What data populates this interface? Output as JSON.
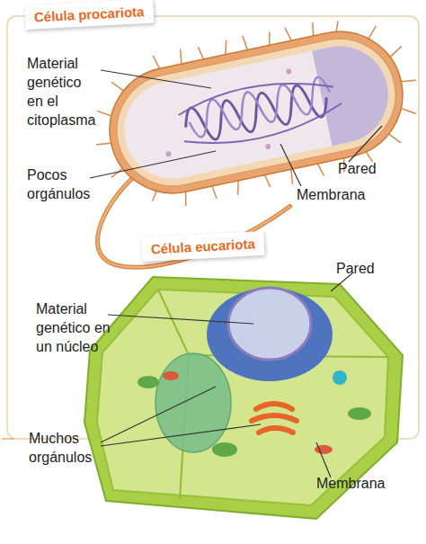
{
  "diagram": {
    "nodes": [
      {
        "text": [
          "Célula procariota"
        ]
      },
      {
        "text": [
          "Célula eucariota"
        ]
      }
    ],
    "labels": [
      "Material genético en el citoplasma",
      "Pocos orgánulos",
      "Pared",
      "Membrana",
      "Pared",
      "Material genético en un núcleo",
      "Muchos orgánulos",
      "Membrana"
    ]
  }
}
